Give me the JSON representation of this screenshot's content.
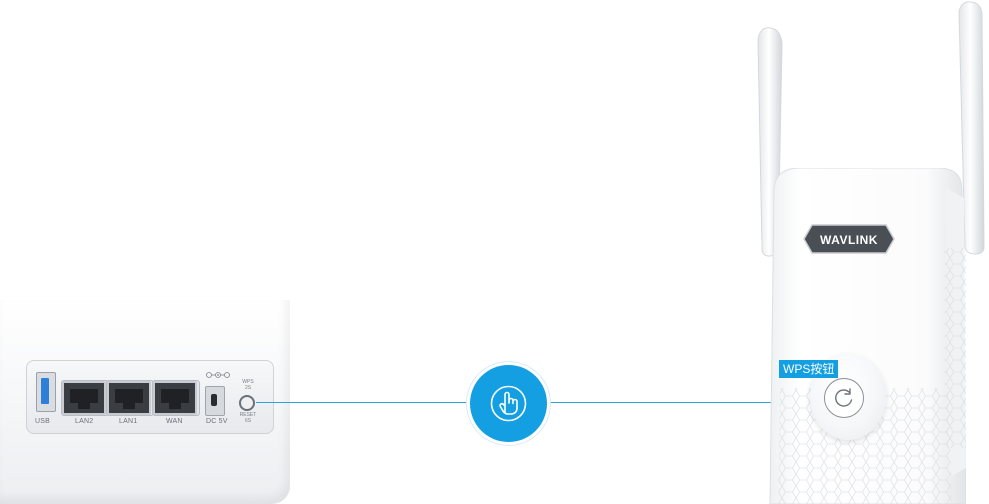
{
  "router_panel": {
    "usb_label": "USB",
    "lan2_label": "LAN2",
    "lan1_label": "LAN1",
    "wan_label": "WAN",
    "dc_label": "DC 5V",
    "wps_tiny_label": "WPS",
    "wps_tiny_time": "2S",
    "reset_tiny_label": "RESET",
    "reset_tiny_time": "6S"
  },
  "extender": {
    "brand": "WAVLINK",
    "wps_callout": "WPS按钮"
  },
  "colors": {
    "accent_blue": "#149fe2",
    "line_blue": "#2aa3dd",
    "usb_blue": "#2e7fd8"
  },
  "icons": {
    "connector": "hand-press-icon",
    "extender_button": "wps-refresh-icon"
  }
}
